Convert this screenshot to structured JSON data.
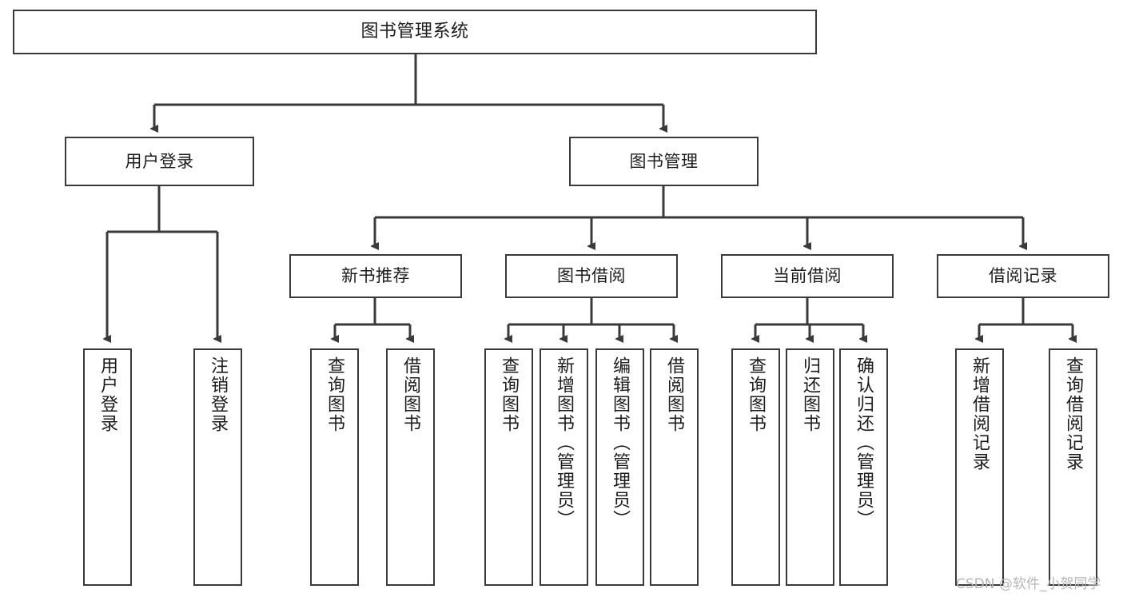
{
  "diagram": {
    "title": "图书管理系统",
    "type": "tree-hierarchy",
    "nodes": {
      "root": {
        "label": "图书管理系统"
      },
      "level2": [
        {
          "id": "user-login",
          "label": "用户登录"
        },
        {
          "id": "book-manage",
          "label": "图书管理"
        }
      ],
      "level3": [
        {
          "id": "new-book-rec",
          "label": "新书推荐"
        },
        {
          "id": "book-borrow",
          "label": "图书借阅"
        },
        {
          "id": "current-borrow",
          "label": "当前借阅"
        },
        {
          "id": "borrow-record",
          "label": "借阅记录"
        }
      ],
      "leaves": [
        {
          "id": "leaf-user-login",
          "label": "用户登录",
          "parent": "user-login"
        },
        {
          "id": "leaf-logout",
          "label": "注销登录",
          "parent": "user-login"
        },
        {
          "id": "leaf-query-book-1",
          "label": "查询图书",
          "parent": "new-book-rec"
        },
        {
          "id": "leaf-borrow-book-1",
          "label": "借阅图书",
          "parent": "new-book-rec"
        },
        {
          "id": "leaf-query-book-2",
          "label": "查询图书",
          "parent": "book-borrow"
        },
        {
          "id": "leaf-add-book",
          "label": "新增图书（管理员）",
          "parent": "book-borrow"
        },
        {
          "id": "leaf-edit-book",
          "label": "编辑图书（管理员）",
          "parent": "book-borrow"
        },
        {
          "id": "leaf-borrow-book-2",
          "label": "借阅图书",
          "parent": "book-borrow"
        },
        {
          "id": "leaf-query-book-3",
          "label": "查询图书",
          "parent": "current-borrow"
        },
        {
          "id": "leaf-return-book",
          "label": "归还图书",
          "parent": "current-borrow"
        },
        {
          "id": "leaf-confirm-return",
          "label": "确认归还（管理员）",
          "parent": "current-borrow"
        },
        {
          "id": "leaf-add-record",
          "label": "新增借阅记录",
          "parent": "borrow-record"
        },
        {
          "id": "leaf-query-record",
          "label": "查询借阅记录",
          "parent": "borrow-record"
        }
      ]
    },
    "colors": {
      "stroke": "#3a3a3a",
      "text": "#1c1c1c",
      "background": "#ffffff",
      "watermark": "#b6b6b6"
    }
  },
  "watermark": {
    "text": "CSDN @软件_小贺同学"
  }
}
